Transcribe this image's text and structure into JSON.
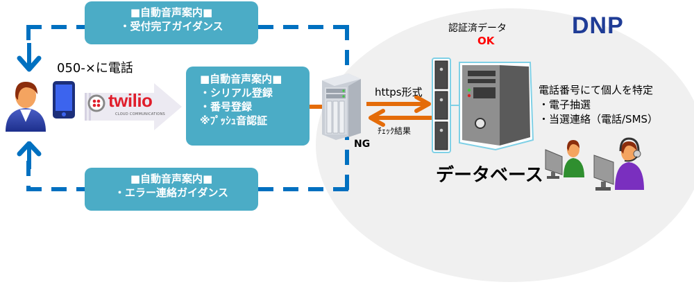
{
  "brand": {
    "logo_text": "DNP",
    "color": "#1f3c96"
  },
  "colors": {
    "teal_box": "#4bacc6",
    "dashed_line": "#0070c0",
    "https_arrow": "#e46c0a",
    "ok_text": "#ff0000"
  },
  "caller": {
    "call_label": "050-×に電話"
  },
  "twilio": {
    "name": "twilio",
    "tagline": "CLOUD COMMUNICATIONS"
  },
  "boxes": {
    "top": {
      "line1": "■自動音声案内■",
      "line2": "・受付完了ガイダンス"
    },
    "middle": {
      "line1": "■自動音声案内■",
      "line2": "・シリアル登録",
      "line3": "・番号登録",
      "line4": "※ﾌﾟｯｼｭ音認証"
    },
    "bottom": {
      "line1": "■自動音声案内■",
      "line2": "・エラー連絡ガイダンス"
    }
  },
  "server": {
    "ng_label": "NG"
  },
  "connection": {
    "request_label": "https形式",
    "response_label": "ﾁｪｯｸ結果"
  },
  "database": {
    "auth_label": "認証済データ",
    "ok_label": "OK",
    "title": "データベース"
  },
  "operations": {
    "heading": "電話番号にて個人を特定",
    "items": [
      "・電子抽選",
      "・当選連絡（電話/SMS）"
    ]
  }
}
